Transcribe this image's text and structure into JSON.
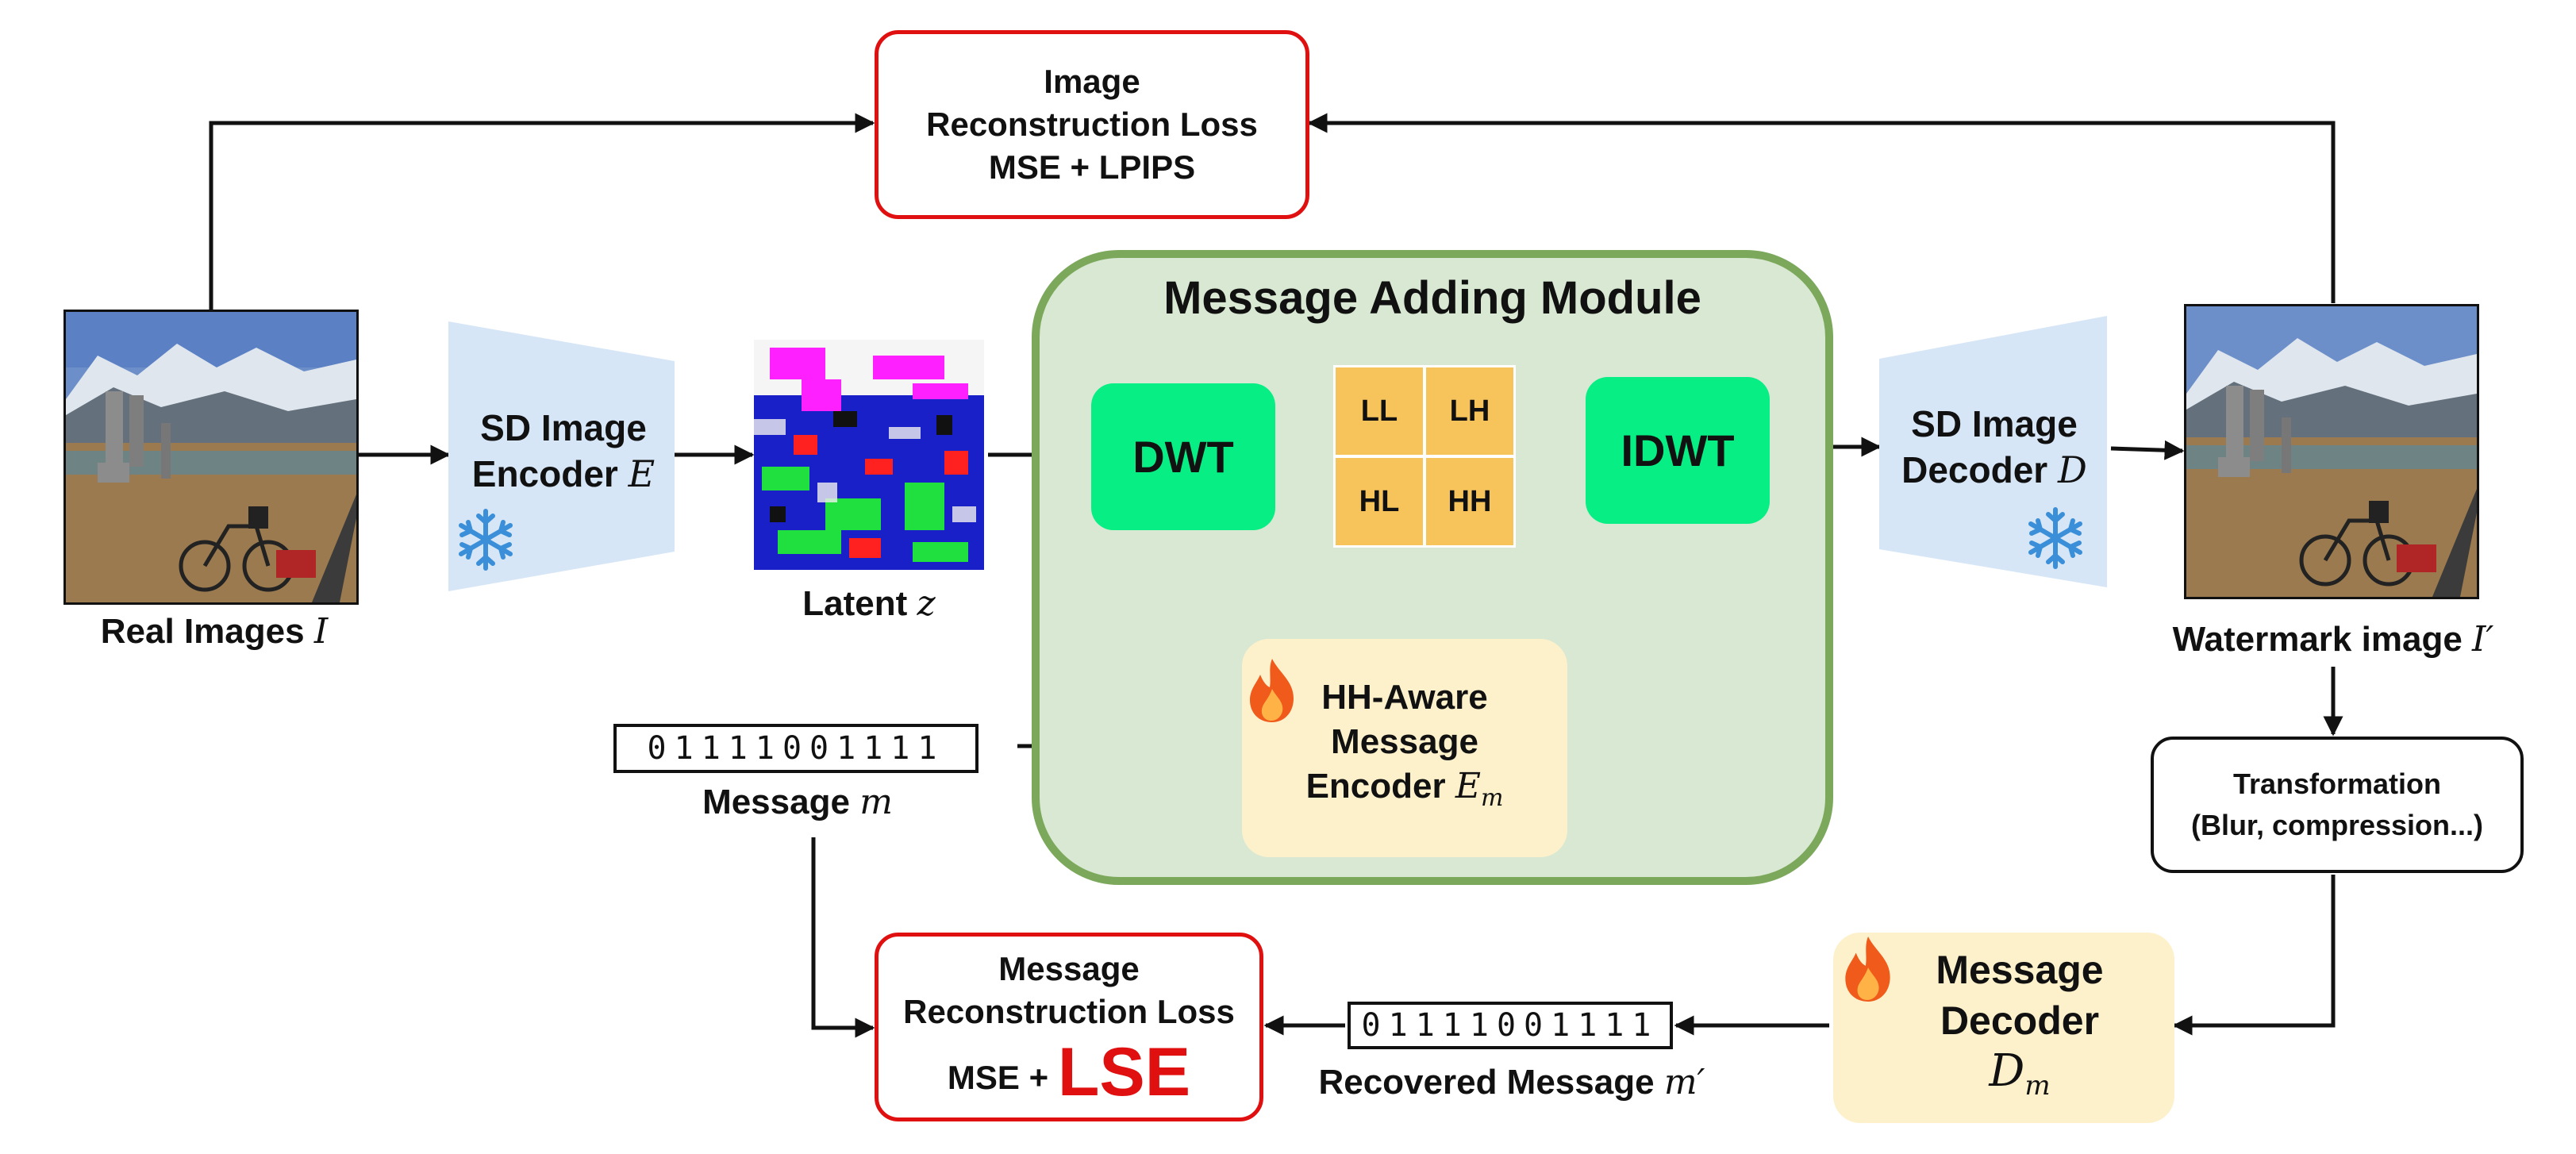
{
  "image_loss": {
    "line1": "Image",
    "line2": "Reconstruction Loss",
    "line3": "MSE + LPIPS"
  },
  "module": {
    "title": "Message Adding Module",
    "dwt": "DWT",
    "idwt": "IDWT",
    "subbands": {
      "ll": "LL",
      "lh": "LH",
      "hl": "HL",
      "hh": "HH"
    },
    "hh_encoder": {
      "line1": "HH-Aware",
      "line2": "Message",
      "line3": "Encoder",
      "symbol": "E",
      "subscript": "m"
    },
    "plus_symbol": "+"
  },
  "inputs": {
    "real_label": "Real Images",
    "real_symbol": "I",
    "latent_label": "Latent",
    "latent_symbol": "z"
  },
  "encoder": {
    "line1": "SD Image",
    "line2": "Encoder",
    "symbol": "E",
    "frozen_icon": "snowflake-icon"
  },
  "decoder": {
    "line1": "SD Image",
    "line2": "Decoder",
    "symbol": "D",
    "frozen_icon": "snowflake-icon"
  },
  "output": {
    "label": "Watermark image",
    "symbol": "I′"
  },
  "transformation": {
    "line1": "Transformation",
    "line2": "(Blur, compression...)"
  },
  "message": {
    "bits": "01111001111",
    "label": "Message",
    "symbol": "m"
  },
  "recovered": {
    "bits": "01111001111",
    "label": "Recovered Message",
    "symbol": "m′"
  },
  "message_decoder": {
    "line1": "Message",
    "line2": "Decoder",
    "symbol": "D",
    "subscript": "m",
    "trainable_icon": "fire-icon"
  },
  "message_loss": {
    "line1": "Message",
    "line2": "Reconstruction Loss",
    "prefix": "MSE +",
    "highlight": "LSE"
  },
  "colors": {
    "loss_border": "#e01010",
    "module_fill": "#d8e8d2",
    "module_border": "#7ca85c",
    "green_block": "#06ee84",
    "subband": "#f7c45c",
    "trainable_fill": "#fdf1cc",
    "frozen_fill": "#d6e6f7",
    "snowflake": "#3a8fd8",
    "fire": "#f05a1a"
  }
}
